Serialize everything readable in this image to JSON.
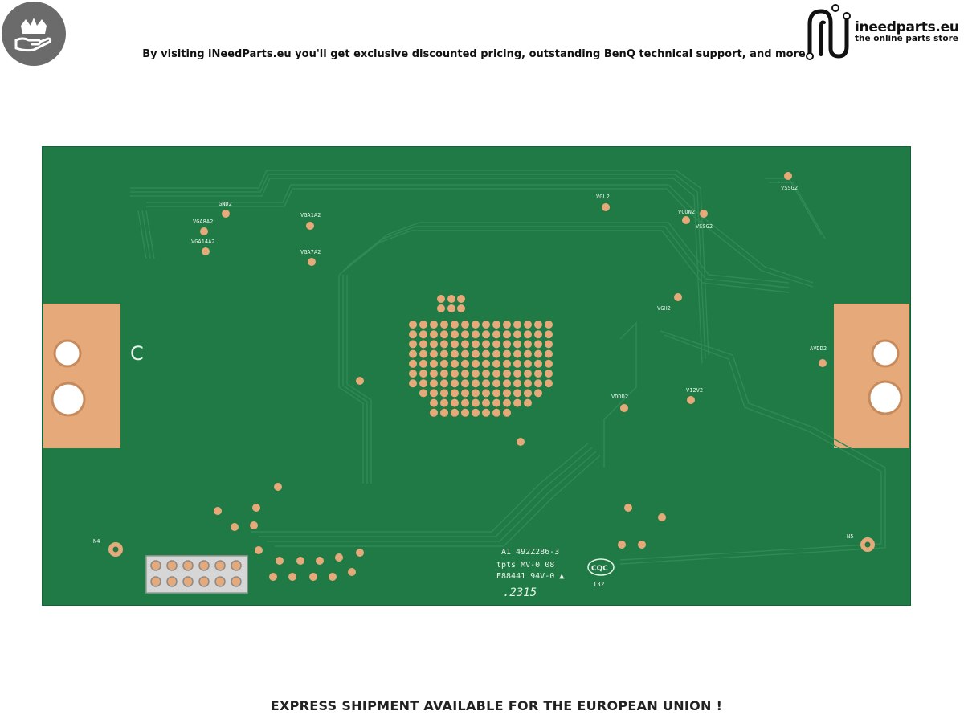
{
  "header": {
    "promo_text": "By visiting iNeedParts.eu you'll get exclusive discounted pricing, outstanding BenQ technical support, and more",
    "badge_icon": "crown-hand-icon"
  },
  "logo": {
    "name": "ineedparts.eu",
    "tagline": "the online parts store",
    "icon": "circuit-n-icon"
  },
  "board": {
    "colors": {
      "pcb": "#1f7a45",
      "copper": "#e6a979",
      "trace": "#2f8a55"
    },
    "corner_letter": "C",
    "test_points": [
      "GND2",
      "VGA8A2",
      "VGA14A2",
      "VGA1A2",
      "VGA7A2",
      "VGL2",
      "VCON2",
      "VSSG2",
      "VSSG2",
      "VGH2",
      "AVDD2",
      "VDDD2",
      "V12V2",
      "N4",
      "N5"
    ],
    "marking_line1": "A1   492Z286-3",
    "marking_line2": "tpts MV-0  08",
    "marking_line3": "E88441 94V-0 ▲",
    "marking_line4": "132",
    "cert_mark": "CQC",
    "date_code": ".2315"
  },
  "footer": {
    "text": "EXPRESS SHIPMENT AVAILABLE FOR THE EUROPEAN UNION !"
  }
}
